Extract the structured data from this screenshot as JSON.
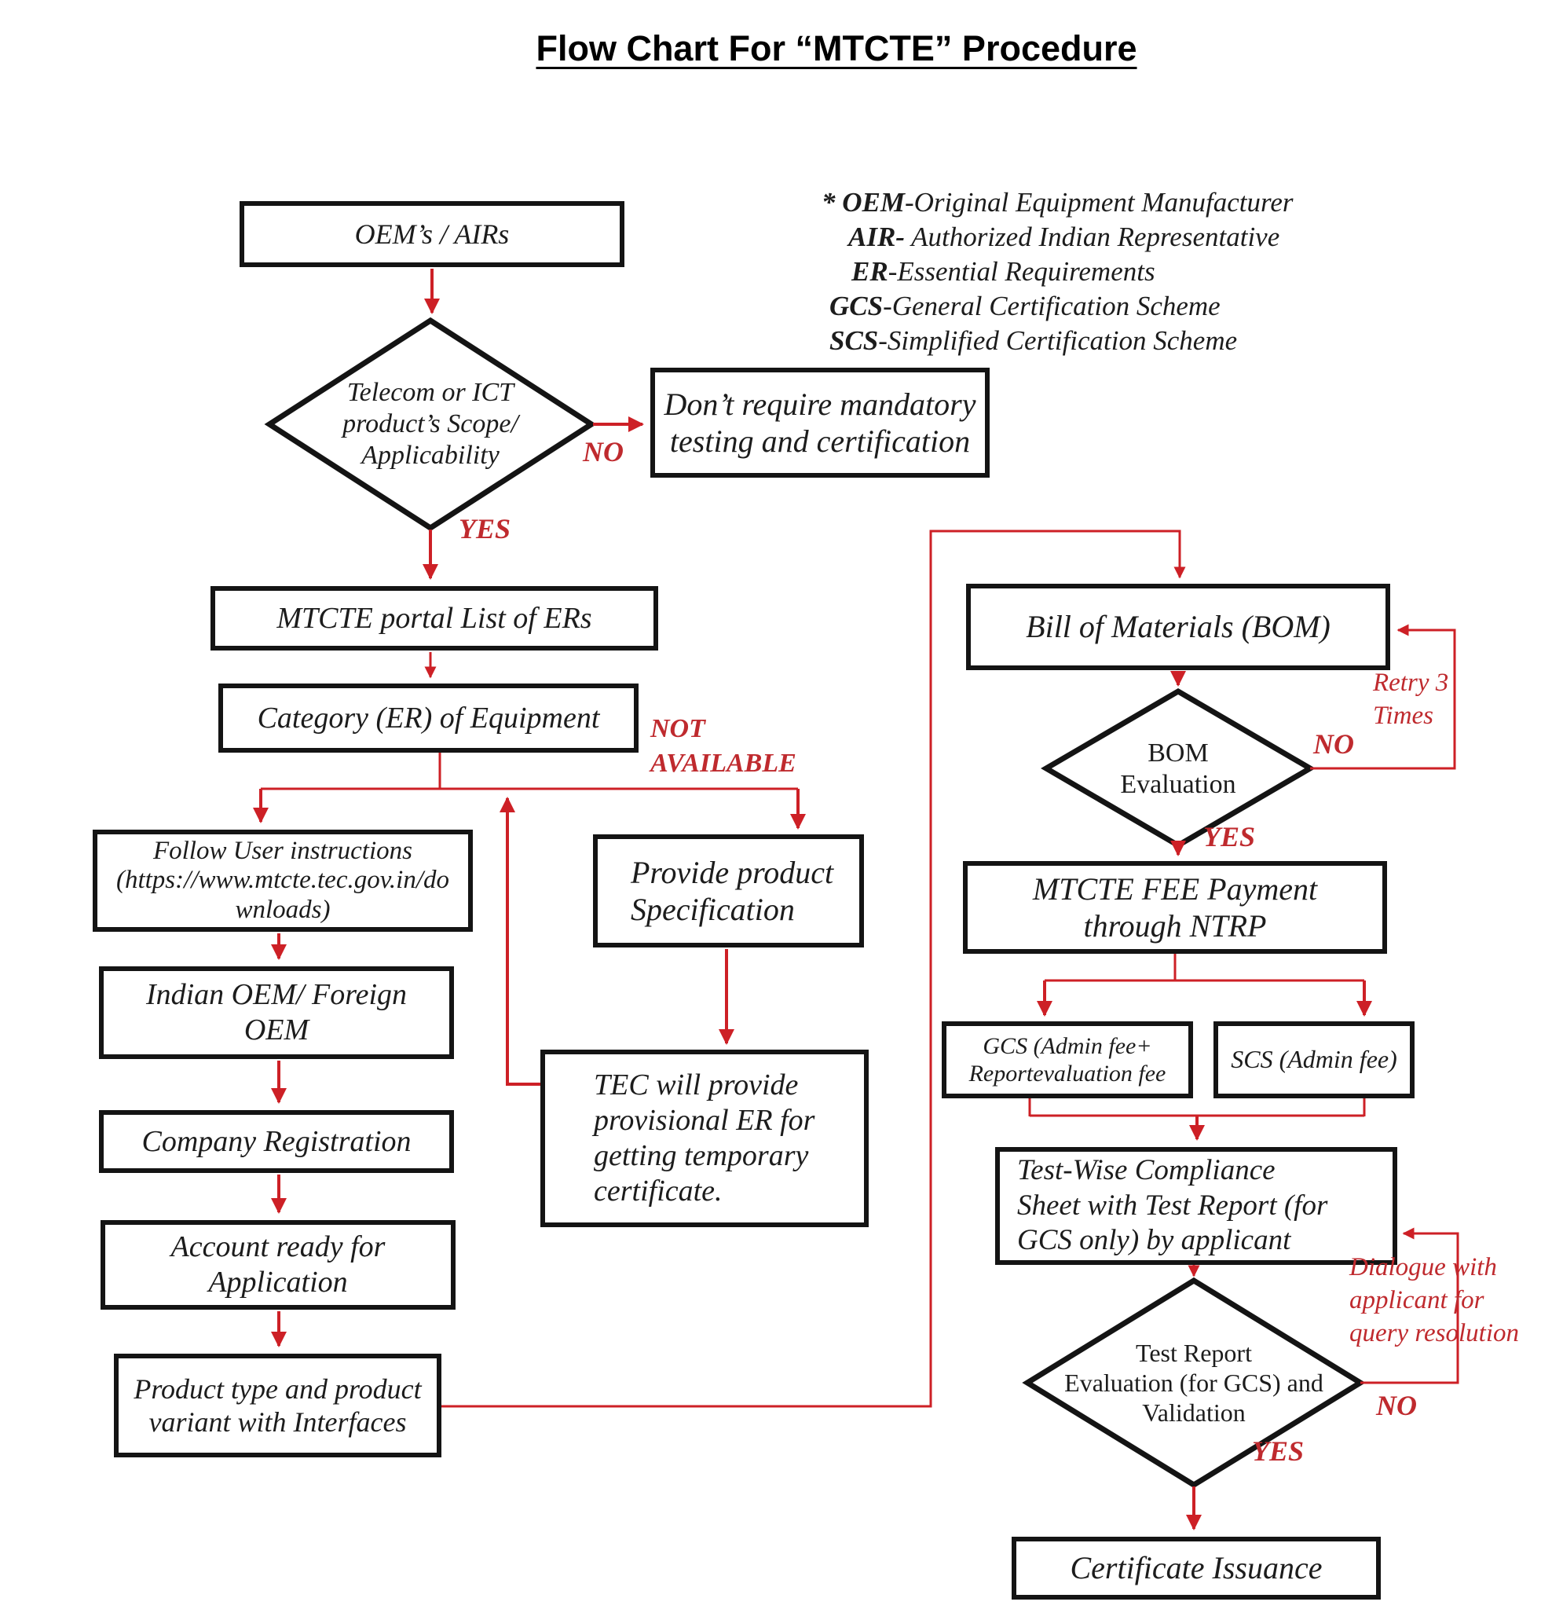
{
  "title": "Flow Chart For “MTCTE” Procedure",
  "legend": {
    "items": [
      {
        "abbr": "* OEM",
        "rest": "-Original Equipment Manufacturer"
      },
      {
        "abbr": "AIR-",
        "rest": " Authorized Indian Representative"
      },
      {
        "abbr": "ER",
        "rest": "-Essential Requirements"
      },
      {
        "abbr": "GCS",
        "rest": "-General Certification Scheme"
      },
      {
        "abbr": "SCS",
        "rest": "-Simplified Certification Scheme"
      }
    ]
  },
  "nodes": {
    "oem_airs": "OEM’s / AIRs",
    "scope_decision": [
      "Telecom or ICT",
      "product’s Scope/",
      "Applicability"
    ],
    "no_mandatory": [
      "Don’t require mandatory",
      "testing and certification"
    ],
    "portal_list": "MTCTE portal List of ERs",
    "category_er": "Category (ER) of Equipment",
    "follow_instructions": [
      "Follow User instructions",
      "(https://www.mtcte.tec.gov.in/do",
      "wnloads)"
    ],
    "provide_spec": [
      "Provide product",
      "Specification"
    ],
    "tec_provisional": [
      "TEC will provide",
      "provisional ER for",
      "getting temporary",
      "certificate."
    ],
    "indian_oem": [
      "Indian OEM/ Foreign",
      "OEM"
    ],
    "company_reg": "Company Registration",
    "account_ready": [
      "Account ready for",
      "Application"
    ],
    "product_type": [
      "Product type and product",
      "variant with Interfaces"
    ],
    "bom": "Bill of Materials (BOM)",
    "bom_eval": [
      "BOM",
      "Evaluation"
    ],
    "fee_payment": [
      "MTCTE FEE Payment",
      "through NTRP"
    ],
    "gcs_fee": [
      "GCS (Admin fee+",
      "Reportevaluation fee"
    ],
    "scs_fee": "SCS (Admin fee)",
    "testwise": [
      "Test-Wise Compliance",
      "Sheet with Test Report (for",
      "GCS only) by applicant"
    ],
    "test_report_eval": [
      "Test Report",
      "Evaluation (for GCS) and",
      "Validation"
    ],
    "cert_issuance": "Certificate Issuance"
  },
  "labels": {
    "no_scope": "NO",
    "yes_scope": "YES",
    "not_available": [
      "NOT",
      "AVAILABLE"
    ],
    "retry": [
      "Retry 3",
      "Times"
    ],
    "no_bom": "NO",
    "yes_bom": "YES",
    "dialogue": [
      "Dialogue with",
      "applicant for",
      "query resolution"
    ],
    "no_test": "NO",
    "yes_test": "YES"
  },
  "colors": {
    "line_red": "#cd2026",
    "label_red": "#bf2a2e",
    "border_black": "#141414",
    "text_black": "#1c1c1c",
    "background": "#ffffff"
  }
}
